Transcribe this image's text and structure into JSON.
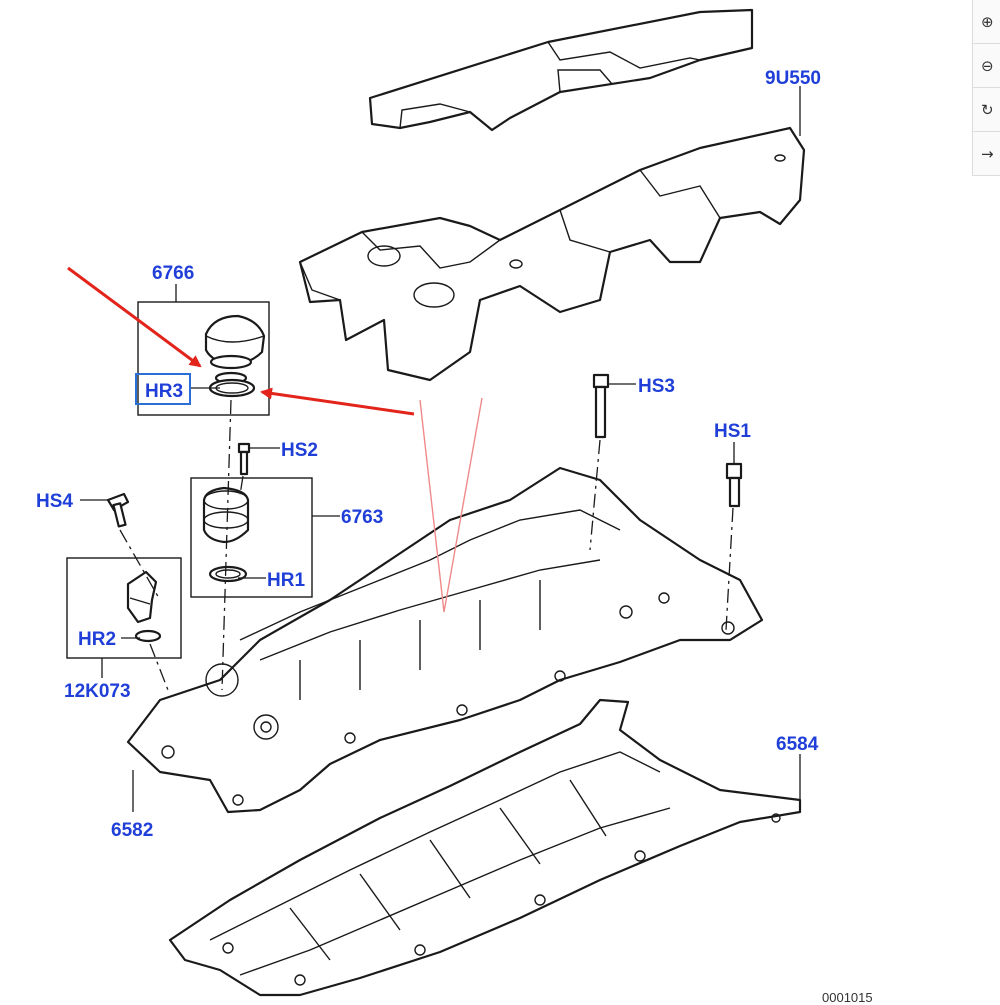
{
  "labels": {
    "cover": "9U550",
    "cap_group": "6766",
    "cap_oring": "HR3",
    "bolt_hs2": "HS2",
    "filler_group": "6763",
    "filler_oring": "HR1",
    "bolt_hs4": "HS4",
    "sensor_oring": "HR2",
    "sensor_group": "12K073",
    "cam_cover": "6582",
    "bolt_hs3": "HS3",
    "bolt_hs1": "HS1",
    "gasket": "6584"
  },
  "footer": {
    "code": "0001015"
  },
  "toolbar": {
    "zoom_in_icon": "⊕",
    "zoom_out_icon": "⊖",
    "rotate_icon": "↻",
    "next_icon": "→"
  },
  "colors": {
    "label_blue": "#1f3fd8",
    "arrow_red": "#e3241b",
    "highlight_box": "#2a6fd6",
    "line": "#1a1a1a"
  }
}
